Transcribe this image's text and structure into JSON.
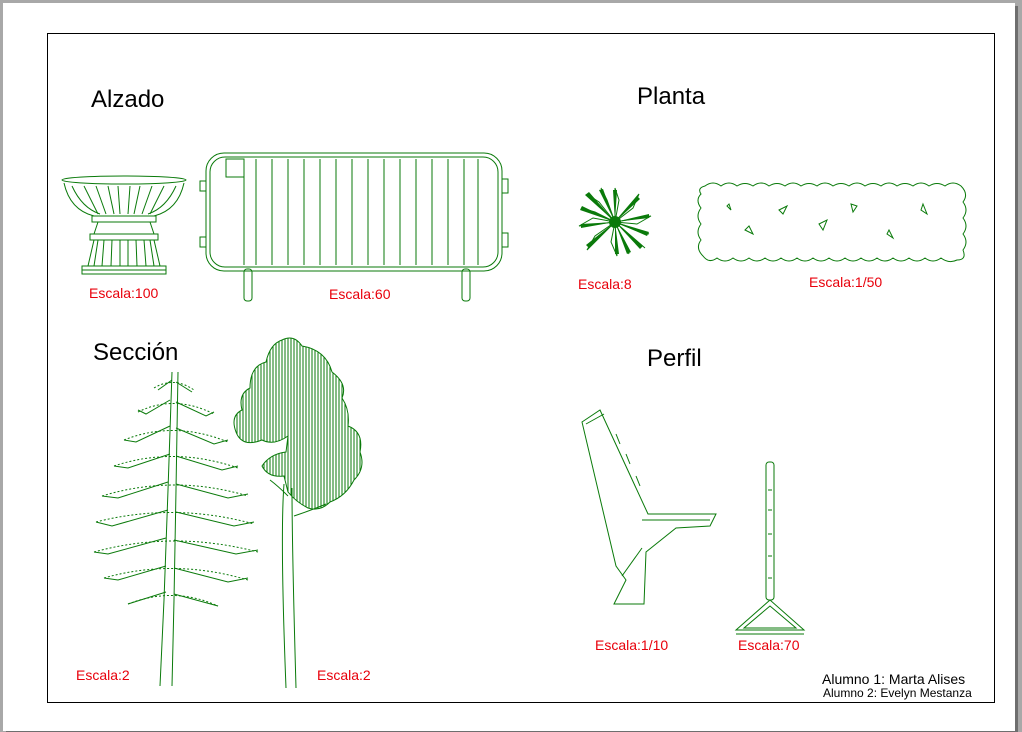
{
  "sections": {
    "alzado": "Alzado",
    "planta": "Planta",
    "seccion": "Sección",
    "perfil": "Perfil"
  },
  "scales": {
    "planter": "Escala:100",
    "fence": "Escala:60",
    "shrub": "Escala:8",
    "hedge": "Escala:1/50",
    "conifer": "Escala:2",
    "leafy_tree": "Escala:2",
    "bench_side": "Escala:1/10",
    "bench_front": "Escala:70"
  },
  "authors": {
    "line1": "Alumno 1: Marta Alises",
    "line2": "Alumno 2: Evelyn Mestanza"
  },
  "colors": {
    "drawing": "#0a7a0a",
    "scale_text": "#e8000b",
    "frame": "#000000"
  }
}
